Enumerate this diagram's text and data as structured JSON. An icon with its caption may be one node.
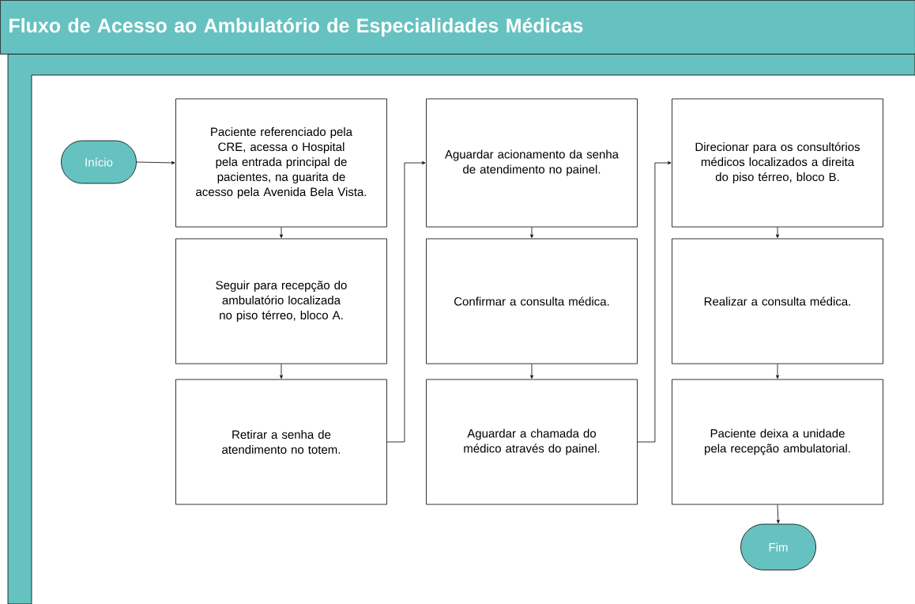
{
  "diagram": {
    "title": "Fluxo de Acesso ao Ambulatório de Especialidades Médicas",
    "nodes": [
      {
        "text": [
          "Início"
        ]
      },
      {
        "text": [
          "Paciente referenciado pela CRE, acessa o Hospital pela entrada principal de pacientes, na guarita de acesso pela Avenida Bela Vista."
        ]
      },
      {
        "text": [
          "Seguir para recepção do ambulatório localizada no piso térreo, bloco A."
        ]
      },
      {
        "text": [
          "Retirar a senha de atendimento no totem."
        ]
      },
      {
        "text": [
          "Aguardar acionamento da senha de atendimento no painel."
        ]
      },
      {
        "text": [
          "Confirmar a consulta médica."
        ]
      },
      {
        "text": [
          "Aguardar a chamada do médico através do painel."
        ]
      },
      {
        "text": [
          "Direcionar para os consultórios médicos localizados a direita do piso térreo, bloco B."
        ]
      },
      {
        "text": [
          "Realizar a consulta médica."
        ]
      },
      {
        "text": [
          "Paciente deixa a unidade pela recepção ambulatorial."
        ]
      },
      {
        "text": [
          "Fim"
        ]
      }
    ],
    "edges": [
      {
        "from": 0,
        "to": 1,
        "arrow": "to"
      },
      {
        "from": 1,
        "to": 2,
        "arrow": "to"
      },
      {
        "from": 2,
        "to": 3,
        "arrow": "to"
      },
      {
        "from": 3,
        "to": 4,
        "arrow": "to"
      },
      {
        "from": 4,
        "to": 5,
        "arrow": "to"
      },
      {
        "from": 5,
        "to": 6,
        "arrow": "to"
      },
      {
        "from": 6,
        "to": 7,
        "arrow": "to"
      },
      {
        "from": 7,
        "to": 8,
        "arrow": "to"
      },
      {
        "from": 8,
        "to": 9,
        "arrow": "to"
      },
      {
        "from": 9,
        "to": 10,
        "arrow": "to"
      }
    ]
  }
}
